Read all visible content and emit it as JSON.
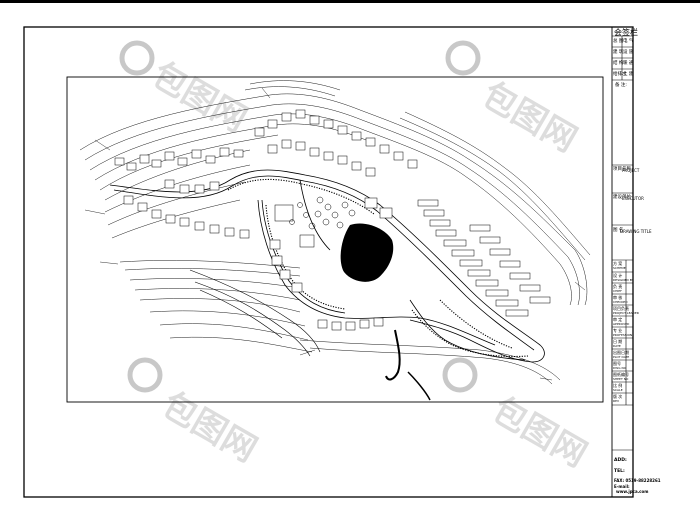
{
  "colors": {
    "ink": "#000000",
    "paper": "#ffffff",
    "watermark": "#cfcfcf"
  },
  "watermark": {
    "text": "包图网",
    "icon": "baotu-logo-icon"
  },
  "title_block": {
    "sign_header": "会签栏",
    "sign_rows": [
      {
        "left": "总 图",
        "right": "电 气"
      },
      {
        "left": "建 筑",
        "right": "设 施"
      },
      {
        "left": "结 构",
        "right": "暖 通"
      },
      {
        "left": "给排水",
        "right": "土 建"
      }
    ],
    "remark_label": "备 注:",
    "project_label": "项目名称",
    "project_label_en": "PROJECT",
    "client_label": "建设单位",
    "client_label_en": "EXECUTOR",
    "drawing_label": "图 名",
    "drawing_label_en": "DRAWING TITLE",
    "fields": [
      {
        "label": "方 案",
        "en": "SCHEME"
      },
      {
        "label": "设 计",
        "en": "DESIGNED BY"
      },
      {
        "label": "负 责",
        "en": "CHIEF"
      },
      {
        "label": "审 核",
        "en": "CHECKED"
      },
      {
        "label": "项目负责",
        "en": "PROJECT LEADER"
      },
      {
        "label": "审 定",
        "en": "APPROVED"
      },
      {
        "label": "专 业",
        "en": "PROFESSION"
      },
      {
        "label": "日 期",
        "en": "DATE"
      },
      {
        "label": "出图日期",
        "en": "PLOT DATE"
      },
      {
        "label": "图号",
        "en": "DWG NO"
      },
      {
        "label": "图纸编号",
        "en": "SHEET NO"
      },
      {
        "label": "比 例",
        "en": "SCALE"
      },
      {
        "label": "版 次",
        "en": "REV"
      }
    ],
    "contact": {
      "add_label": "ADD:",
      "tel_label": "TEL:",
      "fax": "FAX: 0519-88228261",
      "email_label": "E-mail:",
      "web": "www.jpca.com"
    }
  }
}
